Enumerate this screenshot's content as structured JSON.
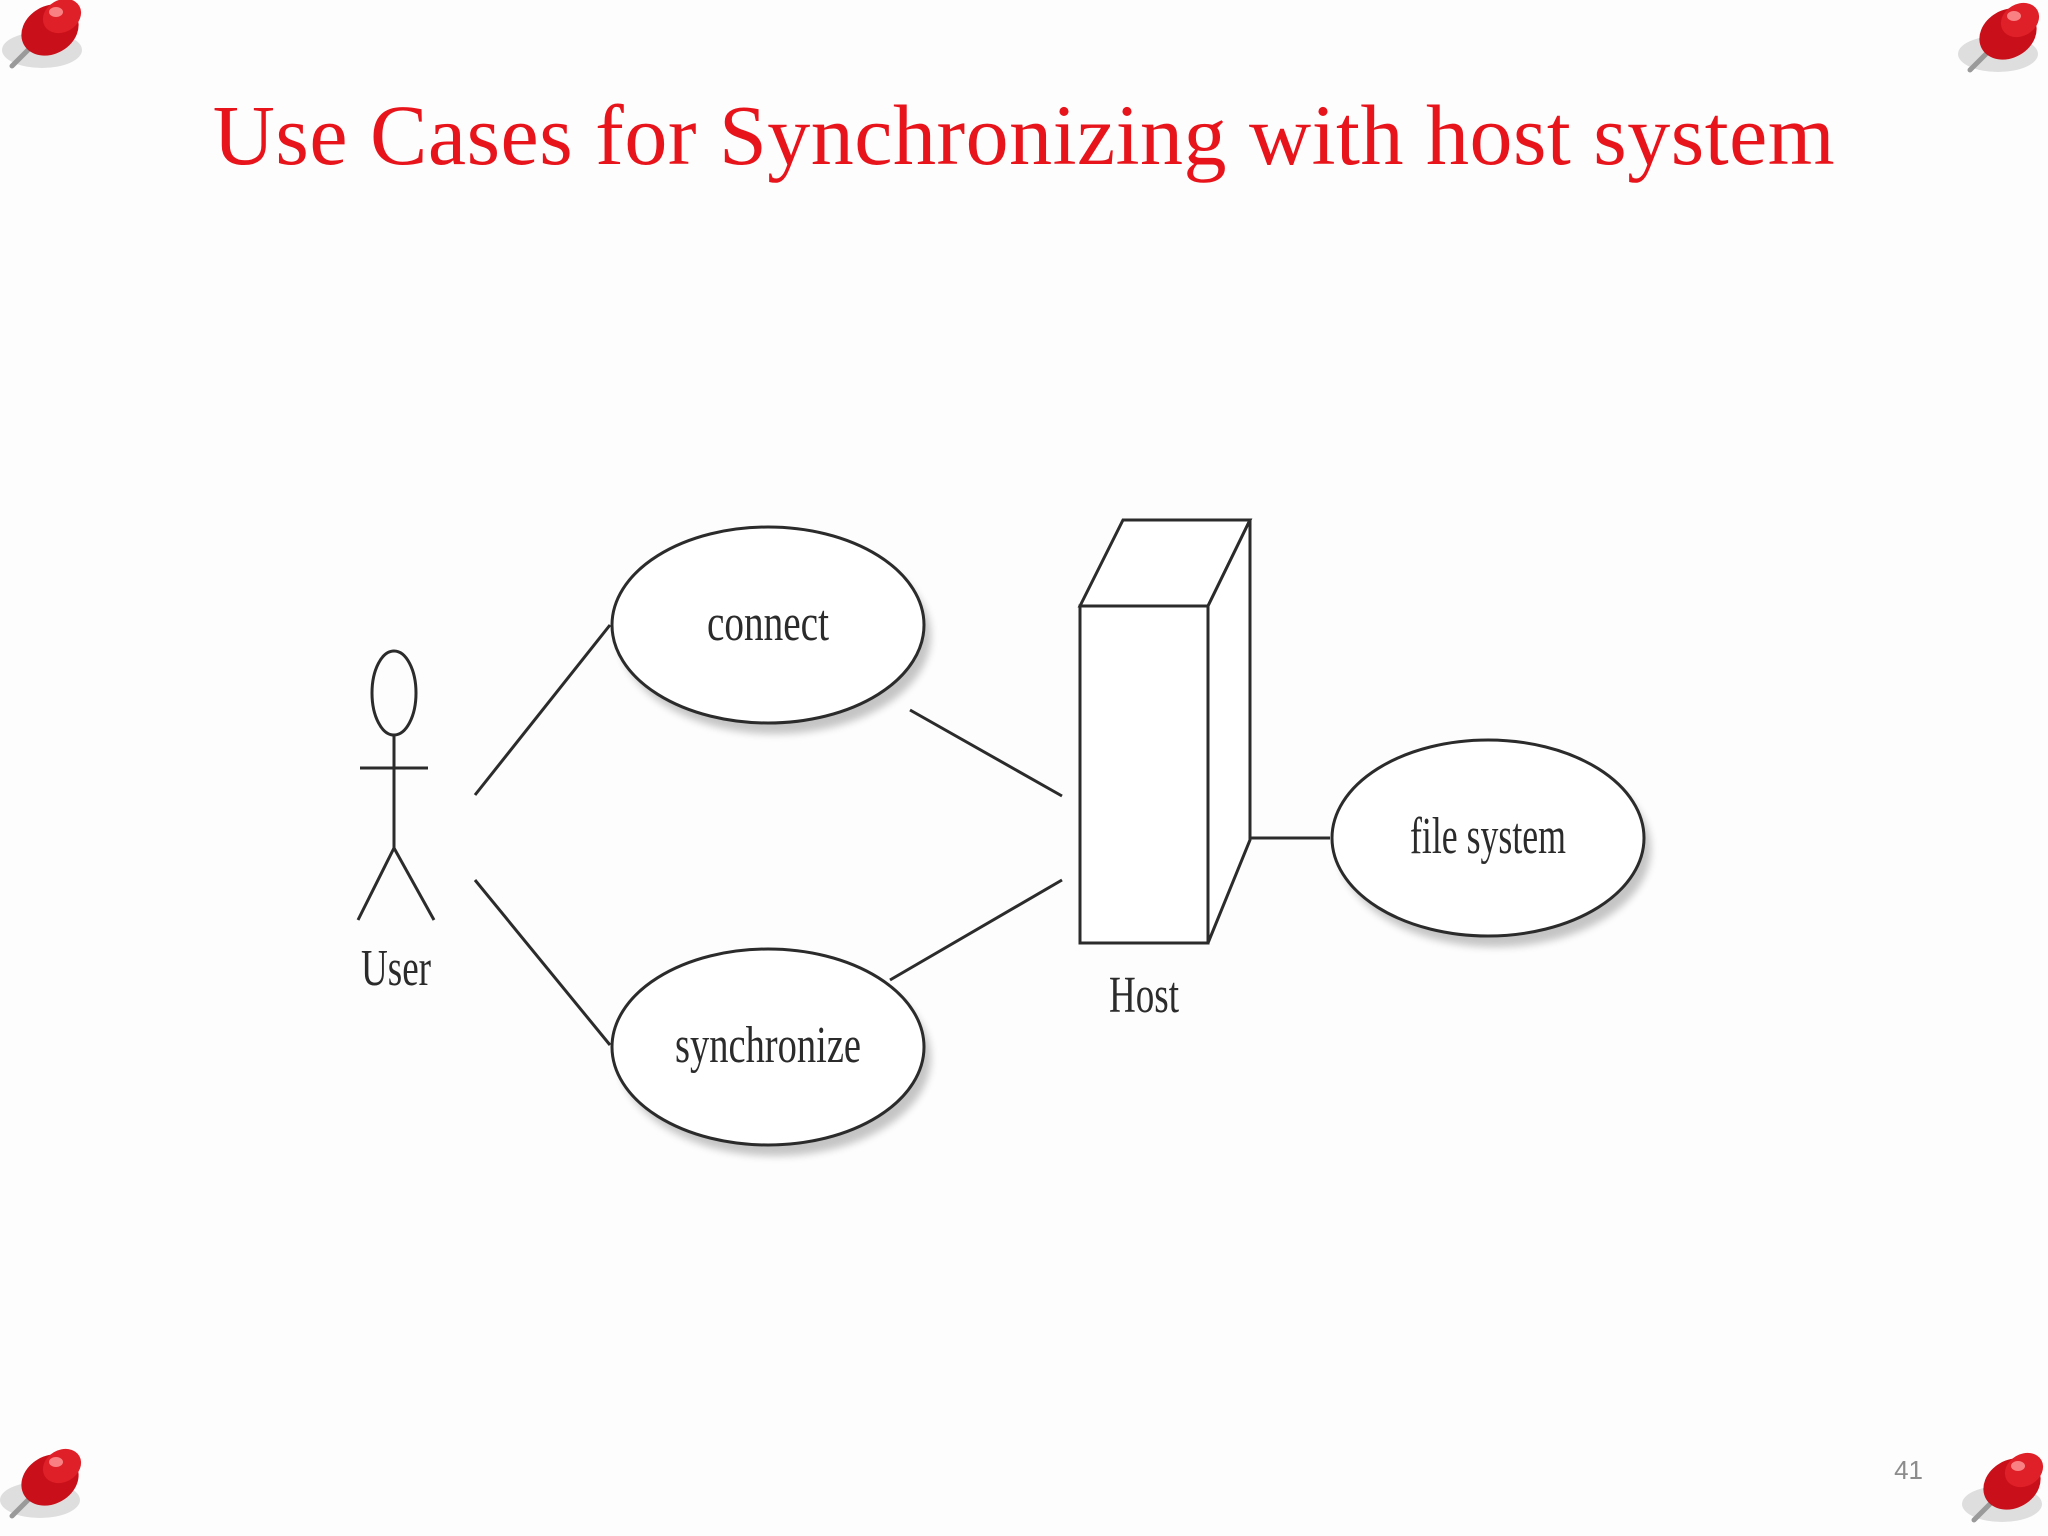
{
  "slide": {
    "title": "Use Cases for Synchronizing with host system",
    "page_number": "41"
  },
  "diagram": {
    "actors": [
      {
        "id": "user",
        "label": "User"
      },
      {
        "id": "host",
        "label": "Host"
      }
    ],
    "use_cases": [
      {
        "id": "connect",
        "label": "connect"
      },
      {
        "id": "synchronize",
        "label": "synchronize"
      },
      {
        "id": "file-system",
        "label": "file system"
      }
    ],
    "associations": [
      {
        "from": "user",
        "to": "connect"
      },
      {
        "from": "user",
        "to": "synchronize"
      },
      {
        "from": "connect",
        "to": "host"
      },
      {
        "from": "synchronize",
        "to": "host"
      },
      {
        "from": "host",
        "to": "file-system"
      }
    ]
  },
  "colors": {
    "title": "#e8141c",
    "pin": "#d8101a",
    "line": "#2b2b2b",
    "page_number": "#8c8c8c"
  },
  "icons": [
    "pushpin-icon",
    "stick-figure-icon",
    "server-box-icon"
  ]
}
